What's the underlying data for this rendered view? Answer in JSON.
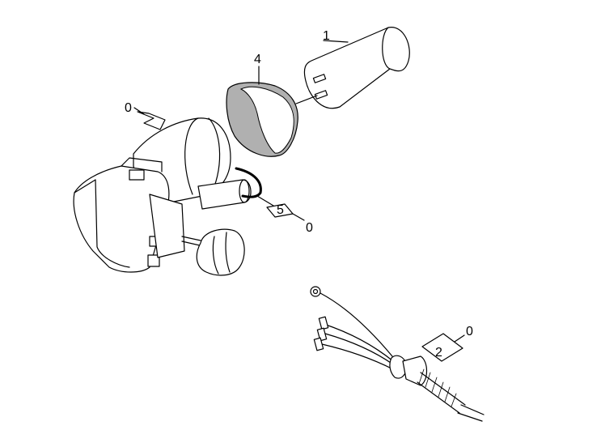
{
  "callouts": {
    "capacitor": {
      "number": "1"
    },
    "ring": {
      "number": "4"
    },
    "motor": {
      "number": "0"
    },
    "seal": {
      "number": "5",
      "sub": "0"
    },
    "cable": {
      "number": "2",
      "sub": "0"
    }
  },
  "colors": {
    "line": "#000000",
    "ring_fill": "#b0b0b0",
    "background": "#ffffff"
  }
}
